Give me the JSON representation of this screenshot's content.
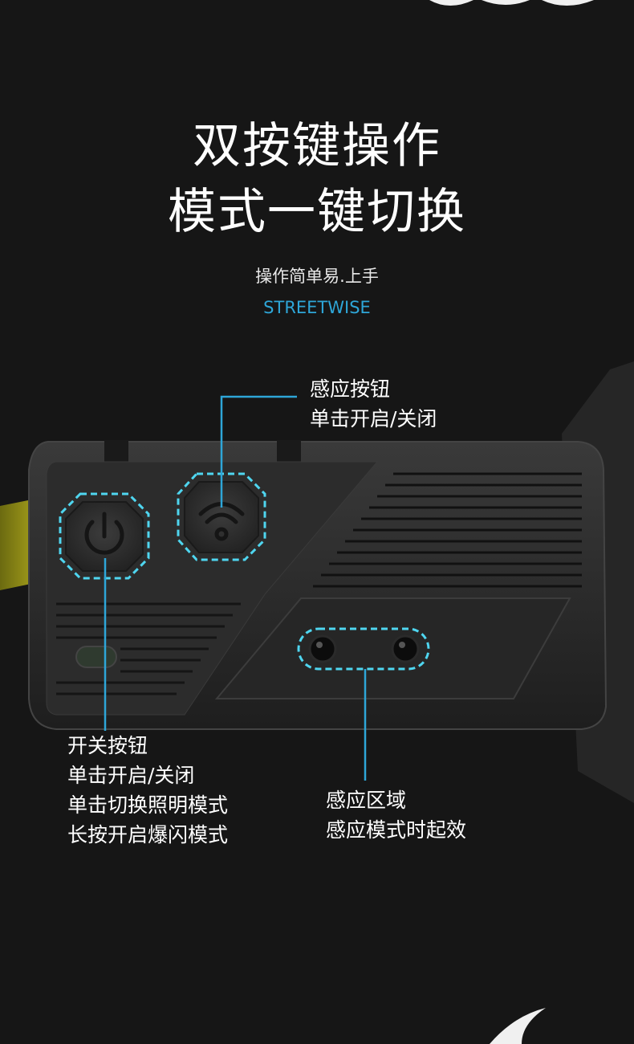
{
  "headline": {
    "line1": "双按键操作",
    "line2": "模式一键切换"
  },
  "subtitle": {
    "cn": "操作简单易.上手",
    "en": "STREETWISE"
  },
  "callouts": {
    "sensor_button": {
      "title": "感应按钮",
      "lines": [
        "单击开启/关闭"
      ]
    },
    "power_button": {
      "title": "开关按钮",
      "lines": [
        "单击开启/关闭",
        "单击切换照明模式",
        "长按开启爆闪模式"
      ]
    },
    "sensor_area": {
      "title": "感应区域",
      "lines": [
        "感应模式时起效"
      ]
    }
  },
  "colors": {
    "background": "#161616",
    "accent_blue": "#2ea6d8",
    "glow_cyan": "#4fd6f0",
    "device_body": "#2a2a2a"
  },
  "icons": {
    "power": "power-icon",
    "sensor": "wifi-sensor-icon"
  }
}
